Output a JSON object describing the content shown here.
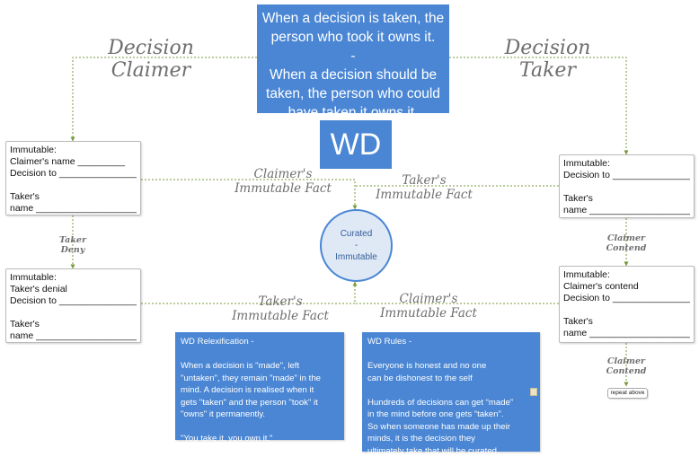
{
  "title_box": {
    "line1": "When a decision is taken, the",
    "line2": "person who took it owns it.",
    "line3": "-",
    "line4": "When a decision should be",
    "line5": "taken, the person who could",
    "line6": "have taken it owns it."
  },
  "wd_label": "WD",
  "labels": {
    "decision_claimer": [
      "Decision",
      "Claimer"
    ],
    "decision_taker": [
      "Decision",
      "Taker"
    ],
    "claimers_fact_top": [
      "Claimer's",
      "Immutable Fact"
    ],
    "takers_fact_top": [
      "Taker's",
      "Immutable Fact"
    ],
    "takers_fact_bottom": [
      "Taker's",
      "Immutable Fact"
    ],
    "claimers_fact_bottom": [
      "Claimer's",
      "Immutable Fact"
    ],
    "taker_deny": [
      "Taker",
      "Deny"
    ],
    "claimer_contend_1": [
      "Claimer",
      "Contend"
    ],
    "claimer_contend_2": [
      "Claimer",
      "Contend"
    ]
  },
  "cards": {
    "claimer": [
      "Immutable:",
      "Claimer's name _________",
      "Decision to _______________",
      "",
      "Taker's",
      "name ____________________"
    ],
    "taker_deny": [
      "Immutable:",
      "Taker's denial",
      "Decision to _______________",
      "",
      "Taker's",
      "name ____________________"
    ],
    "taker": [
      "Immutable:",
      "Decision to _______________",
      "",
      "Taker's",
      "name ____________________"
    ],
    "claimer_contend": [
      "Immutable:",
      "Claimer's contend",
      "Decision to _______________",
      "",
      "Taker's",
      "name ____________________"
    ]
  },
  "circle": {
    "line1": "Curated",
    "line2": "-",
    "line3": "Immutable"
  },
  "notes": {
    "relexification": [
      "WD Relexification -",
      "",
      "When a decision is \"made\", left",
      "\"untaken\", they remain \"made\" in the",
      "mind. A decision is realised when it",
      "gets \"taken\" and the person \"took\" it",
      "\"owns\" it permanently.",
      "",
      "\"You take it, you own it.\""
    ],
    "rules": [
      "WD Rules -",
      "",
      "Everyone is honest and no one",
      "can be dishonest to the self",
      "",
      "Hundreds of decisions can get “made”",
      "in the mind before one gets “taken”.",
      "So when someone has made up their",
      "minds, it is the decision they",
      "ultimately take that will be curated."
    ]
  },
  "repeat_label": "repeat above",
  "colors": {
    "accent_blue": "#4a86d4",
    "connector_green": "#7a9a3a",
    "label_gray": "#6e6e6e"
  }
}
